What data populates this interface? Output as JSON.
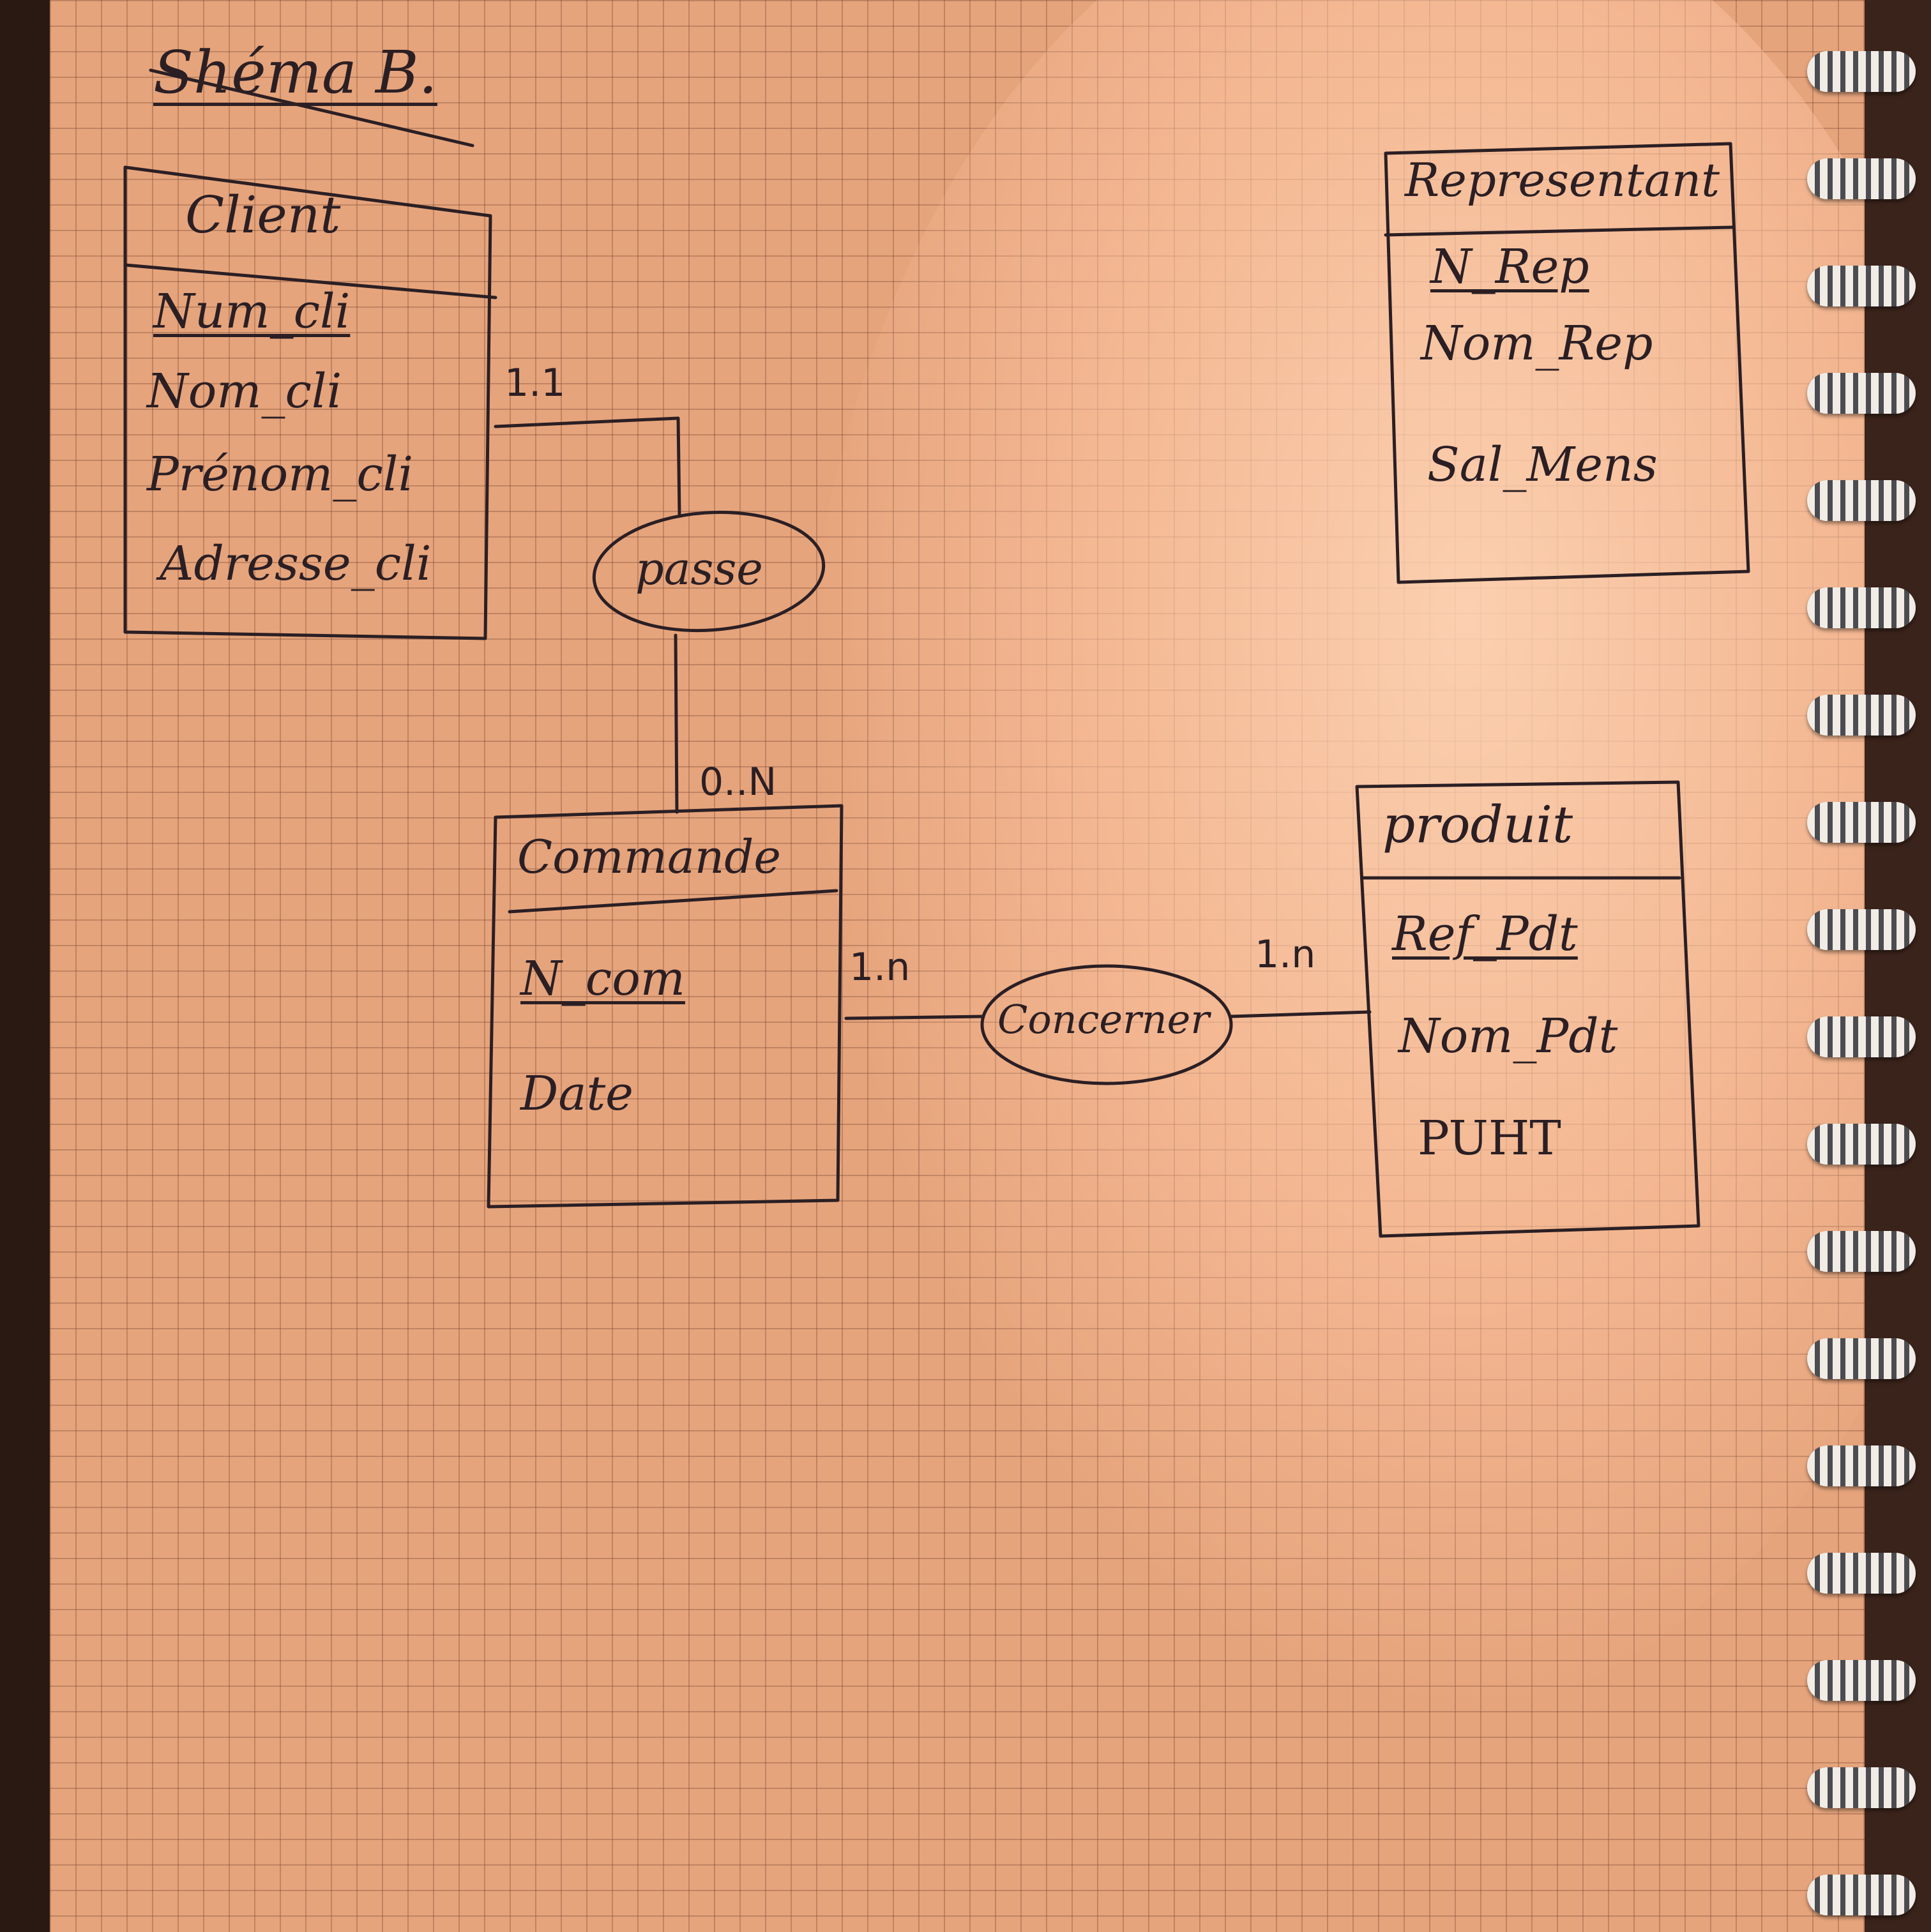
{
  "diagram": {
    "title": "Shéma B.",
    "entities": [
      {
        "id": "client",
        "name": "Client",
        "attributes": [
          {
            "label": "Num_cli",
            "primary_key": true
          },
          {
            "label": "Nom_cli",
            "primary_key": false
          },
          {
            "label": "Prénom_cli",
            "primary_key": false
          },
          {
            "label": "Adresse_cli",
            "primary_key": false
          }
        ]
      },
      {
        "id": "representant",
        "name": "Representant",
        "attributes": [
          {
            "label": "N_Rep",
            "primary_key": true
          },
          {
            "label": "Nom_Rep",
            "primary_key": false
          },
          {
            "label": "Sal_Mens",
            "primary_key": false
          }
        ]
      },
      {
        "id": "commande",
        "name": "Commande",
        "attributes": [
          {
            "label": "N_com",
            "primary_key": true
          },
          {
            "label": "Date",
            "primary_key": false
          }
        ]
      },
      {
        "id": "produit",
        "name": "produit",
        "attributes": [
          {
            "label": "Ref_Pdt",
            "primary_key": true
          },
          {
            "label": "Nom_Pdt",
            "primary_key": false
          },
          {
            "label": "PUHT",
            "primary_key": false
          }
        ]
      }
    ],
    "associations": [
      {
        "name": "passe",
        "from": "client",
        "to": "commande",
        "from_cardinality": "1.1",
        "to_cardinality": "0..N"
      },
      {
        "name": "Concerner",
        "from": "commande",
        "to": "produit",
        "from_cardinality": "1.n",
        "to_cardinality": "1.n"
      }
    ]
  },
  "colors": {
    "paper": "#e6a47c",
    "ink": "#2b1f24",
    "grid": "#a86a52"
  }
}
